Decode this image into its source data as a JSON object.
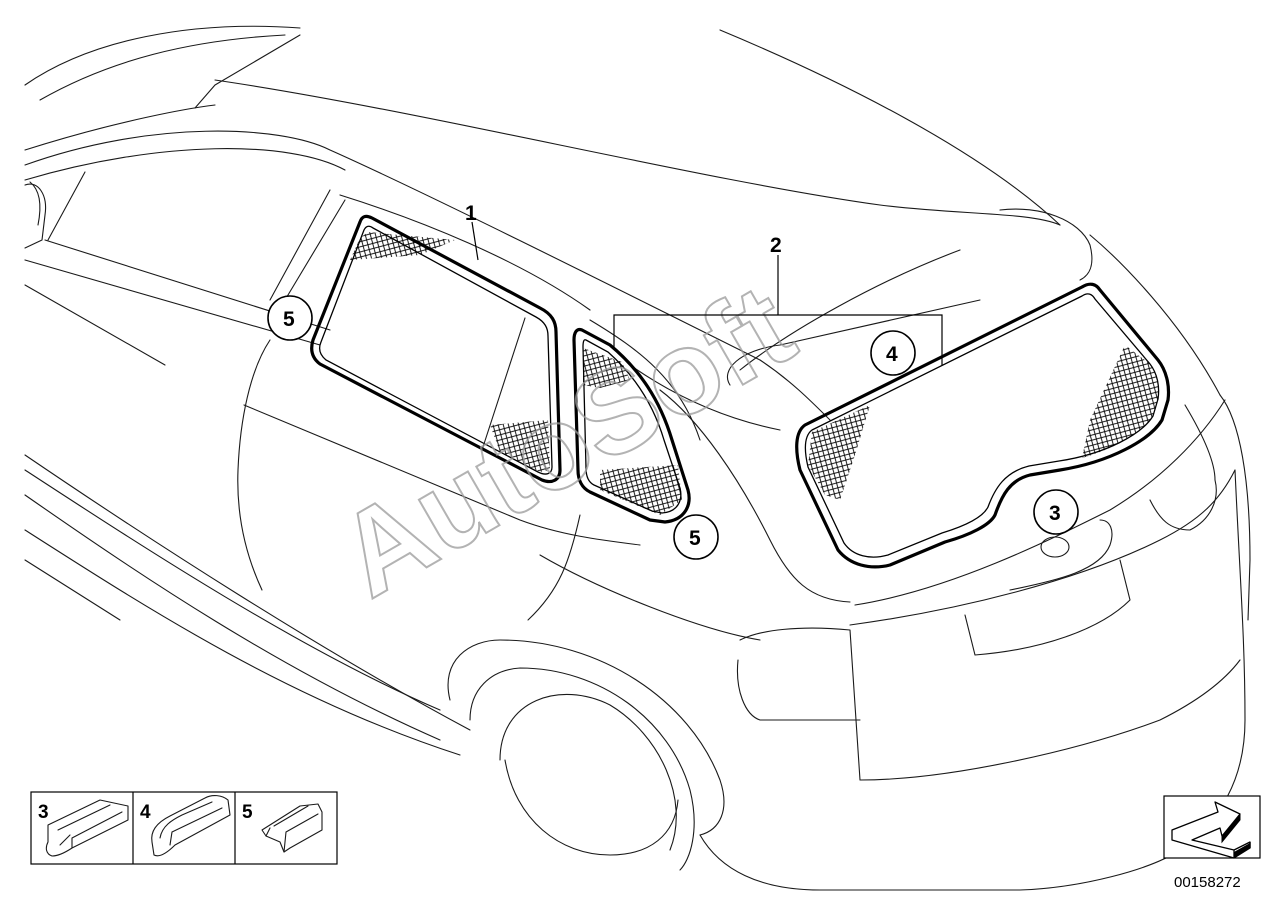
{
  "callouts": {
    "c1": "1",
    "c2": "2",
    "c3": "3",
    "c4": "4",
    "c5a": "5",
    "c5b": "5"
  },
  "watermark": "AutoSoft",
  "legend": {
    "items": [
      {
        "num": "3"
      },
      {
        "num": "4"
      },
      {
        "num": "5"
      }
    ]
  },
  "diagram_number": "00158272",
  "icons": {
    "orientation": "direction-arrow-icon",
    "hatch": "mesh-hatch-pattern"
  }
}
